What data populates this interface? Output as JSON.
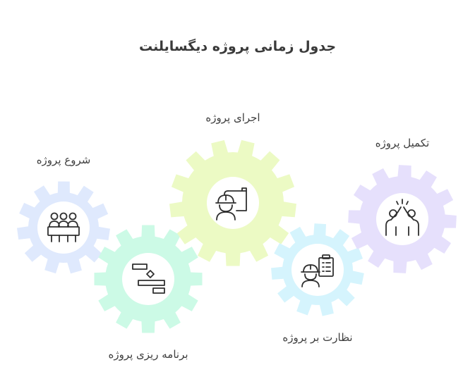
{
  "title": "جدول زمانی پروژه دیگسایلنت",
  "stages": [
    {
      "label": "شروع پروژه",
      "icon": "team-meeting-icon",
      "color": "#dfe9fd"
    },
    {
      "label": "برنامه ریزی پروژه",
      "icon": "gantt-chart-icon",
      "color": "#ccfae6"
    },
    {
      "label": "اجرای پروژه",
      "icon": "engineer-blueprint-icon",
      "color": "#ecfac4"
    },
    {
      "label": "نظارت بر پروژه",
      "icon": "engineer-checklist-icon",
      "color": "#d5f4fd"
    },
    {
      "label": "تکمیل پروژه",
      "icon": "high-five-icon",
      "color": "#e6e0fc"
    }
  ]
}
